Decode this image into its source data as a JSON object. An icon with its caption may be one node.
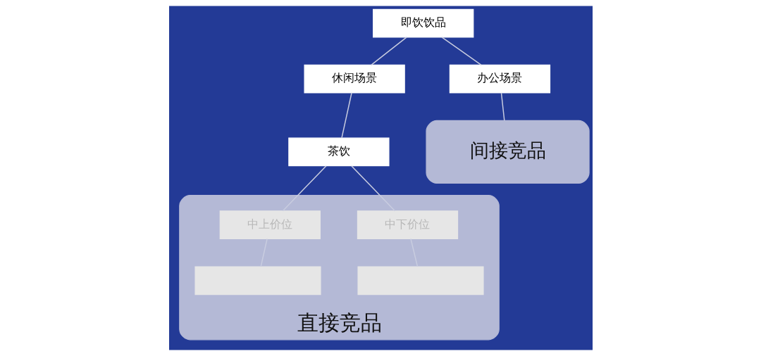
{
  "diagram": {
    "nodes": [
      {
        "text": [
          "即饮饮品"
        ]
      },
      {
        "text": [
          "休闲场景"
        ]
      },
      {
        "text": [
          "办公场景"
        ]
      },
      {
        "text": [
          "间接竞品"
        ]
      },
      {
        "text": [
          "茶饮"
        ]
      },
      {
        "text": [
          "直接竞品"
        ]
      },
      {
        "text": [
          "中上价位"
        ],
        "in": 5
      },
      {
        "text": [
          "中下价位"
        ],
        "in": 5
      },
      {
        "text": [],
        "shape": "box",
        "in": 5
      },
      {
        "text": [],
        "shape": "box",
        "in": 5
      }
    ],
    "edges": [
      {
        "from": 0,
        "to": 1,
        "arrow": "none"
      },
      {
        "from": 0,
        "to": 2,
        "arrow": "none"
      },
      {
        "from": 1,
        "to": 4,
        "arrow": "none"
      },
      {
        "from": 2,
        "to": 3,
        "arrow": "none"
      },
      {
        "from": 4,
        "to": 6,
        "arrow": "none"
      },
      {
        "from": 4,
        "to": 7,
        "arrow": "none"
      },
      {
        "from": 6,
        "to": 8,
        "arrow": "none"
      },
      {
        "from": 7,
        "to": 9,
        "arrow": "none"
      }
    ]
  }
}
